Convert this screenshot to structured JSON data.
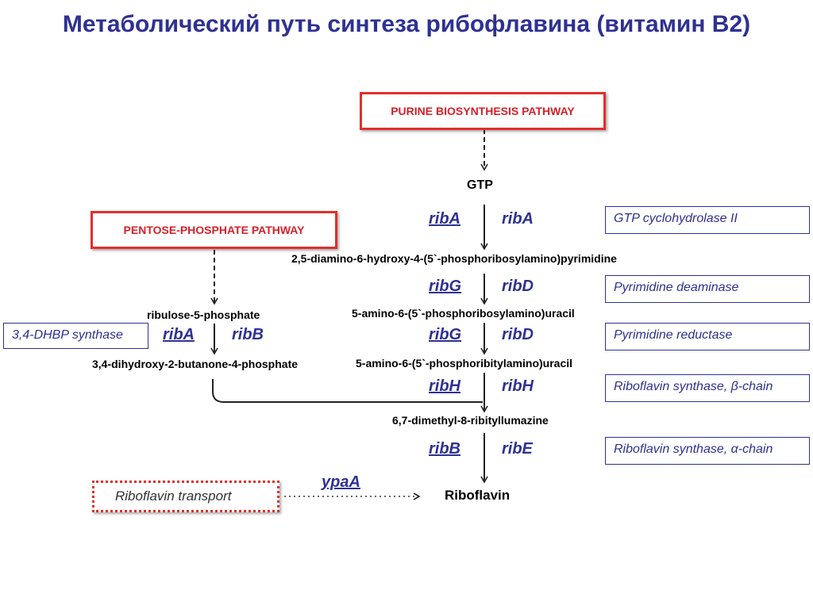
{
  "title": "Метаболический путь синтеза рибофлавина (витамин B2)",
  "pathways": {
    "purine": "PURINE BIOSYNTHESIS PATHWAY",
    "pentose": "PENTOSE-PHOSPHATE PATHWAY"
  },
  "metabolites": {
    "gtp": "GTP",
    "diamino": "2,5-diamino-6-hydroxy-4-(5`-phosphoribosylamino)pyrimidine",
    "amino_ribosyl": "5-amino-6-(5`-phosphoribosylamino)uracil",
    "amino_ribityl": "5-amino-6-(5`-phosphoribitylamino)uracil",
    "dimethyl": "6,7-dimethyl-8-ribityllumazine",
    "riboflavin": "Riboflavin",
    "ribulose": "ribulose-5-phosphate",
    "dihydroxy": "3,4-dihydroxy-2-butanone-4-phosphate"
  },
  "genes": {
    "step1_left": "ribA",
    "step1_right": "ribA",
    "step2_left": "ribG",
    "step2_right": "ribD",
    "step3_left": "ribG",
    "step3_right": "ribD",
    "step4_left": "ribH",
    "step4_right": "ribH",
    "step5_left": "ribB",
    "step5_right": "ribE",
    "side_left": "ribA",
    "side_right": "ribB",
    "transport": "ypaA"
  },
  "enzymes": {
    "e1": "GTP cyclohydrolase II",
    "e2": "Pyrimidine deaminase",
    "e3": "Pyrimidine reductase",
    "e4": "Riboflavin synthase,  β-chain",
    "e5": "Riboflavin synthase, α-chain",
    "side": "3,4-DHBP synthase"
  },
  "transport_label": "Riboflavin transport",
  "colors": {
    "title": "#2e3192",
    "red_box": "#e0302c",
    "gene": "#2e3192"
  }
}
